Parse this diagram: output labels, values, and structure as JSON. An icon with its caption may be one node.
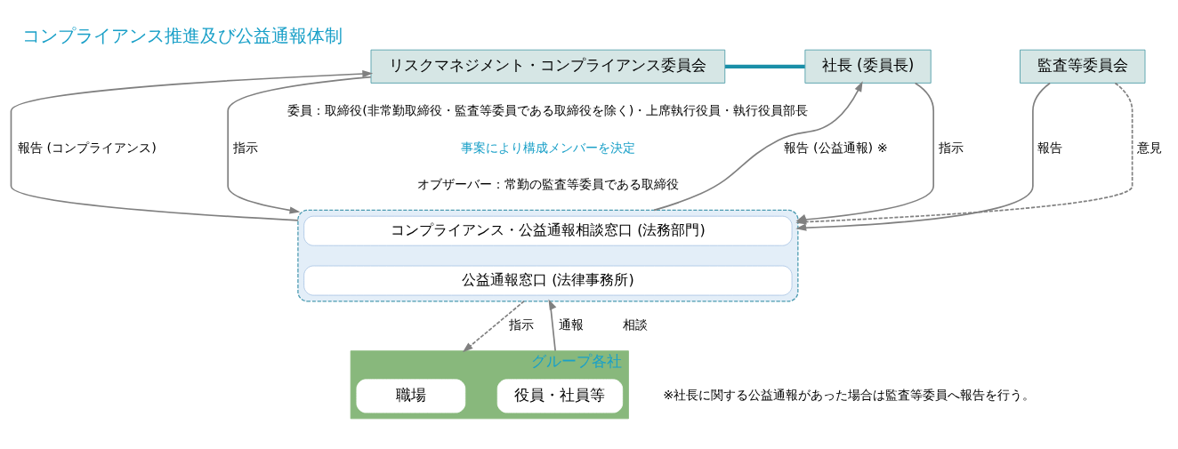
{
  "diagram": {
    "title": "コンプライアンス推進及び公益通報体制",
    "nodes": [
      {
        "text": [
          "リスクマネジメント・コンプライアンス委員会"
        ]
      },
      {
        "text": [
          "社長 (委員長)"
        ]
      },
      {
        "text": [
          "監査等委員会"
        ]
      },
      {
        "text": [],
        "shape": "box"
      },
      {
        "text": [
          "コンプライアンス・公益通報相談窓口 (法務部門)"
        ],
        "in": 3
      },
      {
        "text": [
          "公益通報窓口 (法律事務所)"
        ],
        "in": 3
      },
      {
        "text": [
          "グループ各社"
        ]
      },
      {
        "text": [
          "職場"
        ],
        "in": 6
      },
      {
        "text": [
          "役員・社員等"
        ],
        "in": 6
      }
    ],
    "edges": [
      {
        "from": 0,
        "to": 1,
        "arrow": "none",
        "style": "thick",
        "color": "#1a8fa8"
      },
      {
        "from": 3,
        "to": 0,
        "arrow": "to",
        "label": "報告 (コンプライアンス)"
      },
      {
        "from": 0,
        "to": 3,
        "arrow": "to",
        "label": "指示"
      },
      {
        "from": 3,
        "to": 1,
        "arrow": "to",
        "label": "報告 (公益通報) ※"
      },
      {
        "from": 1,
        "to": 3,
        "arrow": "to",
        "label": "指示"
      },
      {
        "from": 2,
        "to": 3,
        "arrow": "to",
        "label": "報告"
      },
      {
        "from": 2,
        "to": 3,
        "arrow": "to",
        "label": "意見",
        "style": "dashed"
      },
      {
        "from": 3,
        "to": 6,
        "arrow": "to",
        "label": "指示",
        "style": "dashed"
      },
      {
        "from": 6,
        "to": 3,
        "arrow": "to",
        "label": "通報"
      }
    ],
    "labels": [
      "委員：取締役(非常勤取締役・監査等委員である取締役を除く)・上席執行役員・執行役員部長",
      "事案により構成メンバーを決定",
      "オブザーバー：常勤の監査等委員である取締役",
      "相談",
      "※社長に関する公益通報があった場合は監査等委員へ報告を行う。"
    ]
  }
}
